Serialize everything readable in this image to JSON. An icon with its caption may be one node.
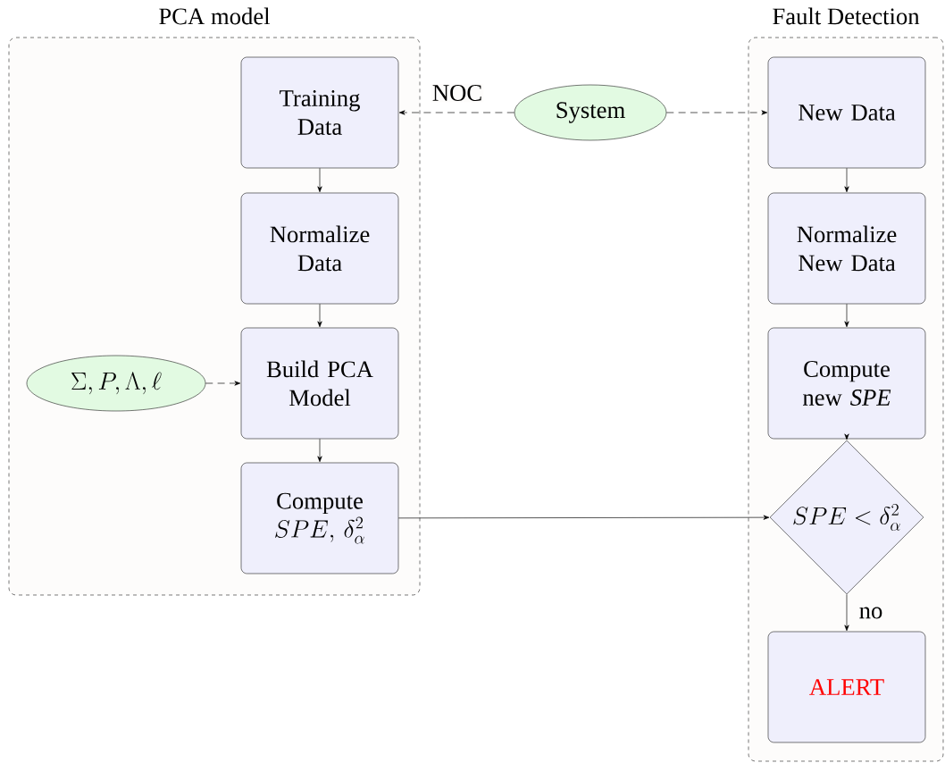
{
  "diagram": {
    "nodes": [
      {
        "text": [
          "PCA model"
        ]
      },
      {
        "text": [
          "Training Data"
        ],
        "in": 0
      },
      {
        "text": [
          "Normalize Data"
        ],
        "in": 0
      },
      {
        "text": [
          "Build PCA Model"
        ],
        "in": 0
      },
      {
        "text": [
          "Compute",
          "SPE,\\, \\delta^2_\\alpha"
        ],
        "in": 0
      },
      {
        "text": [
          "\\Sigma, P, \\Lambda, \\ell"
        ],
        "in": 0
      },
      {
        "text": [
          "System"
        ]
      },
      {
        "text": [
          "Fault Detection"
        ]
      },
      {
        "text": [
          "New Data"
        ],
        "in": 7
      },
      {
        "text": [
          "Normalize New Data"
        ],
        "in": 7
      },
      {
        "text": [
          "Compute new *SPE*"
        ],
        "in": 7
      },
      {
        "text": [
          "SPE < \\delta^2_\\alpha"
        ],
        "in": 7
      },
      {
        "text": [
          "ALERT"
        ],
        "in": 7
      }
    ],
    "edges": [
      {
        "from": 6,
        "to": 1,
        "arrow": "to",
        "style": "dashed",
        "label": "NOC"
      },
      {
        "from": 6,
        "to": 8,
        "arrow": "to",
        "style": "dashed"
      },
      {
        "from": 1,
        "to": 2,
        "arrow": "to"
      },
      {
        "from": 2,
        "to": 3,
        "arrow": "to"
      },
      {
        "from": 5,
        "to": 3,
        "arrow": "to",
        "style": "dashed"
      },
      {
        "from": 3,
        "to": 4,
        "arrow": "to"
      },
      {
        "from": 4,
        "to": 11,
        "arrow": "to"
      },
      {
        "from": 8,
        "to": 9,
        "arrow": "to"
      },
      {
        "from": 9,
        "to": 10,
        "arrow": "to"
      },
      {
        "from": 10,
        "to": 11,
        "arrow": "to"
      },
      {
        "from": 11,
        "to": 12,
        "arrow": "to",
        "label": "no"
      }
    ]
  }
}
